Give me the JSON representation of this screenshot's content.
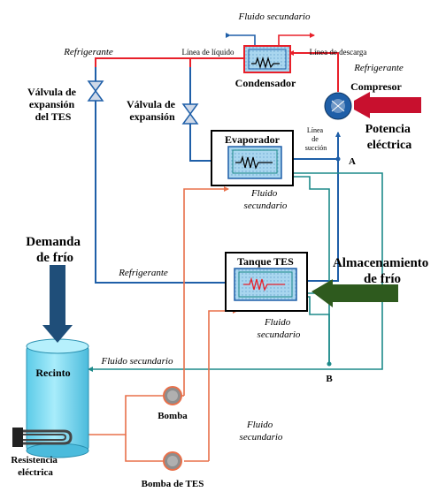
{
  "labels": {
    "fluido_secundario_top": "Fluido secundario",
    "refrigerante_top": "Refrigerante",
    "linea_liquido": "Línea de líquido",
    "linea_descarga": "Línea de descarga",
    "refrigerante_right": "Refrigerante",
    "condensador": "Condensador",
    "compresor": "Compresor",
    "valvula_tes": "Válvula de expansión del TES",
    "valvula": "Válvula de expansión",
    "evaporador": "Evaporador",
    "linea_succion": "Línea de succión",
    "potencia": "Potencia eléctrica",
    "point_a": "A",
    "fluido_secundario_evap": "Fluido secundario",
    "demanda": "Demanda de frío",
    "almacenamiento": "Almacenamiento de frío",
    "refrigerante_mid": "Refrigerante",
    "tanque_tes": "Tanque TES",
    "fluido_secundario_tes": "Fluido secundario",
    "fluido_secundario_recinto": "Fluido secundario",
    "recinto": "Recinto",
    "point_b": "B",
    "bomba": "Bomba",
    "fluido_secundario_bomba": "Fluido secundario",
    "resistencia": "Resistencia eléctrica",
    "bomba_tes": "Bomba de TES"
  },
  "colors": {
    "refrigerant": "#1f5fa8",
    "refrigerant_hot": "#e8202a",
    "secondary_cold": "#1d8a8a",
    "secondary_warm": "#e8704a",
    "heat_exchanger": "#a9d6ef",
    "tank": "#7fd8f0",
    "arrow_power": "#c8102e",
    "arrow_demand": "#1f4e79",
    "arrow_storage": "#2e5a1e",
    "pump": "#9a9a9a"
  }
}
